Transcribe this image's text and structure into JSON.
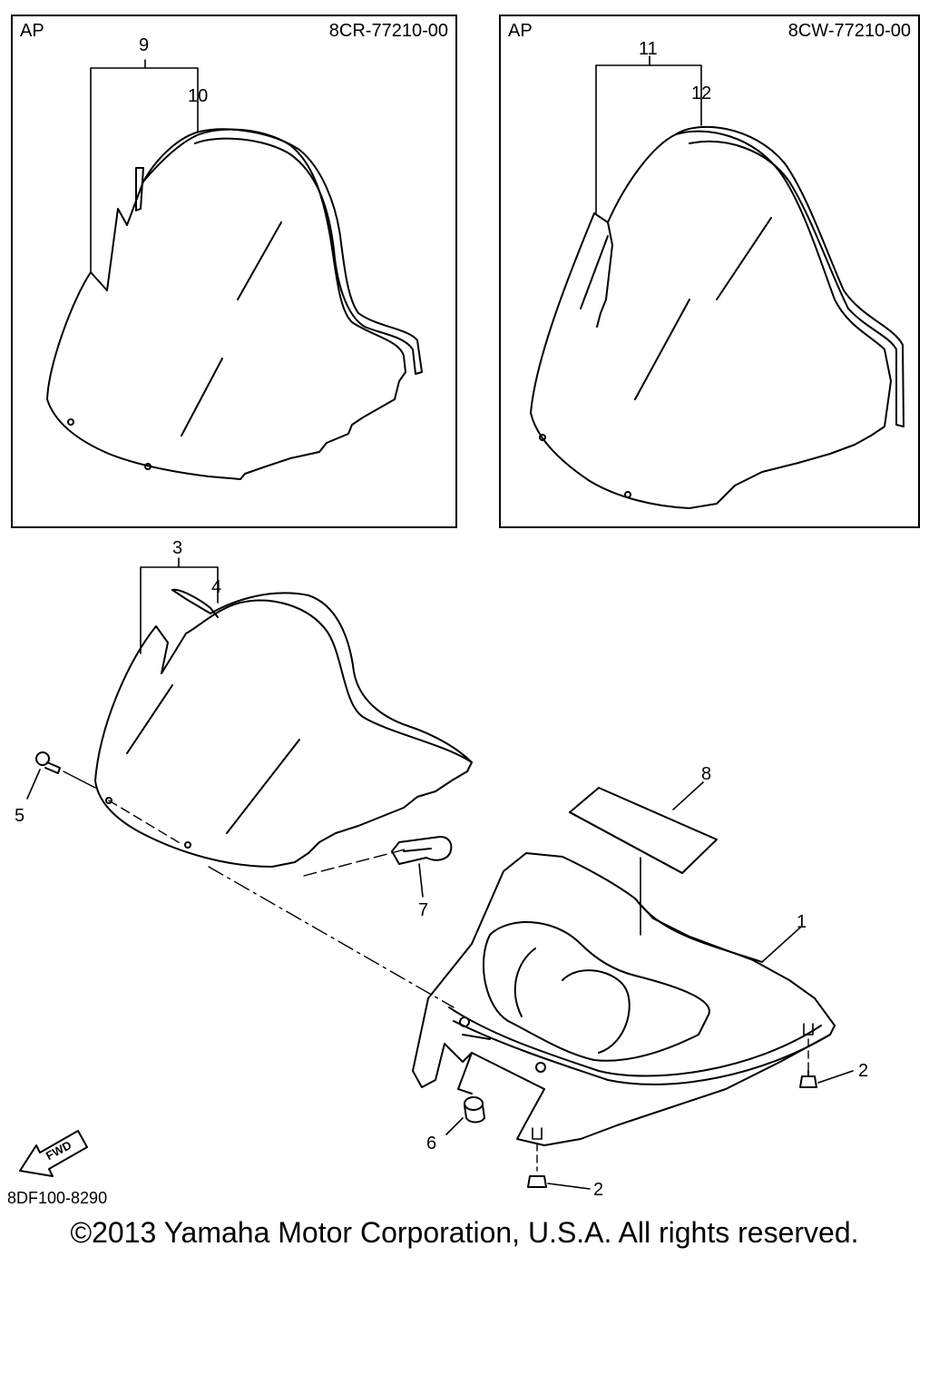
{
  "boxes": {
    "left": {
      "tag": "AP",
      "part_number": "8CR-77210-00"
    },
    "right": {
      "tag": "AP",
      "part_number": "8CW-77210-00"
    }
  },
  "callouts": {
    "c1": "1",
    "c2a": "2",
    "c2b": "2",
    "c3": "3",
    "c4": "4",
    "c5": "5",
    "c6": "6",
    "c7": "7",
    "c8": "8",
    "c9": "9",
    "c10": "10",
    "c11": "11",
    "c12": "12"
  },
  "fwd_arrow": {
    "text": "FWD",
    "icon": "fwd-arrow-icon"
  },
  "figure_code": "8DF100-8290",
  "copyright": "©2013 Yamaha Motor Corporation, U.S.A. All rights reserved."
}
